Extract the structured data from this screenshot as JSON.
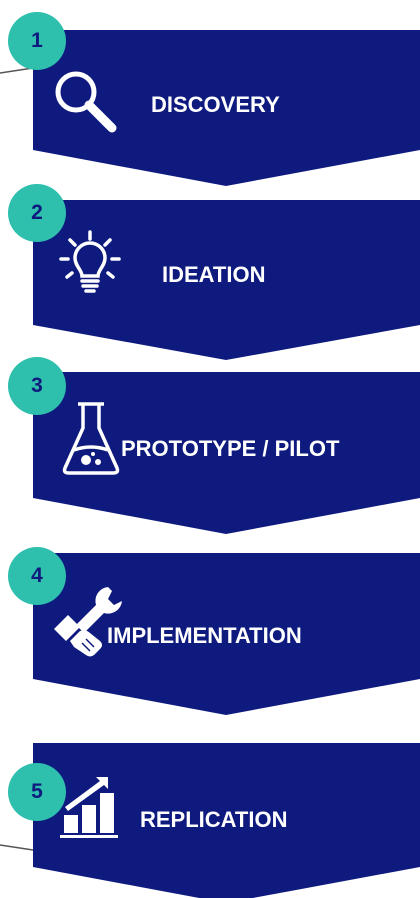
{
  "colors": {
    "chevron": "#0e1a7e",
    "badge": "#2ebfad",
    "badge_text": "#0e1a7e",
    "label_text": "#ffffff",
    "connector": "#555555"
  },
  "steps": [
    {
      "number": "1",
      "label": "DISCOVERY",
      "icon": "magnifier-icon"
    },
    {
      "number": "2",
      "label": "IDEATION",
      "icon": "lightbulb-icon"
    },
    {
      "number": "3",
      "label": "PROTOTYPE / PILOT",
      "icon": "flask-icon"
    },
    {
      "number": "4",
      "label": "IMPLEMENTATION",
      "icon": "handshake-wrench-icon"
    },
    {
      "number": "5",
      "label": "REPLICATION",
      "icon": "growth-chart-icon"
    }
  ]
}
